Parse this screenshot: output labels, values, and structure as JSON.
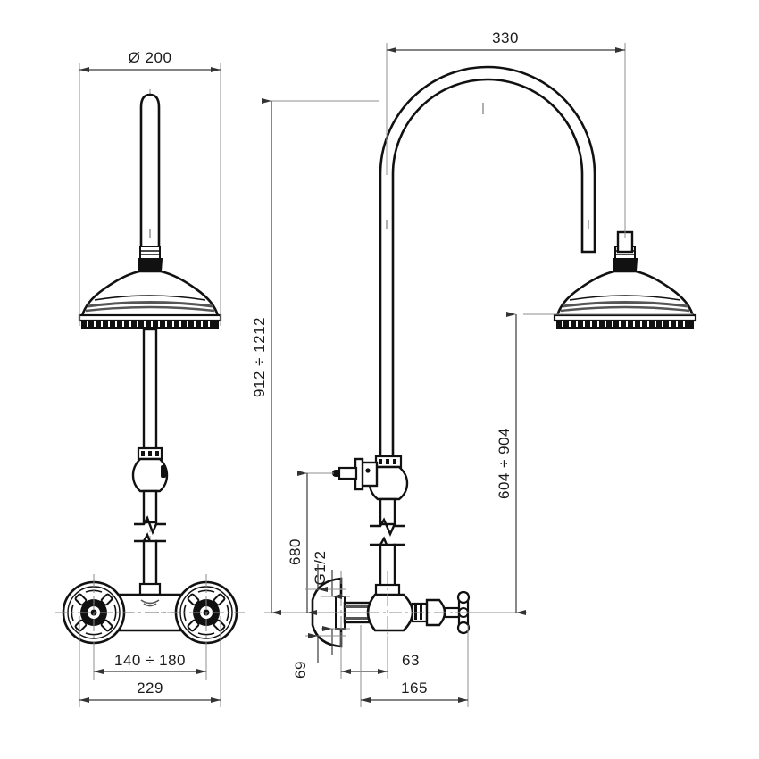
{
  "drawing": {
    "title": "Wall-mounted exposed shower column technical drawing",
    "units": "mm",
    "views": [
      {
        "name": "front-elevation",
        "label": ""
      },
      {
        "name": "side-elevation",
        "label": ""
      }
    ],
    "line_colors": {
      "outline": "#1a1a1a",
      "dimension": "#4d4d4d",
      "extension": "#808080",
      "centerline": "#707070",
      "fill_dark": "#111111",
      "fill_light": "#ffffff"
    }
  },
  "dimensions": {
    "head_diameter": {
      "value": "Ø  200",
      "name": "shower-head-diameter",
      "view": "front",
      "orientation": "horizontal"
    },
    "reach": {
      "value": "330",
      "name": "gooseneck-reach",
      "view": "side",
      "orientation": "horizontal"
    },
    "overall_height": {
      "value": "912 ÷ 1212",
      "name": "overall-height-range",
      "view": "side",
      "orientation": "vertical"
    },
    "head_height": {
      "value": "604 ÷ 904",
      "name": "head-height-range",
      "view": "side",
      "orientation": "vertical"
    },
    "riser_height": {
      "value": "680",
      "name": "riser-height",
      "view": "side",
      "orientation": "vertical"
    },
    "inlet_thread": {
      "value": "G1/2",
      "name": "inlet-thread-size",
      "view": "side",
      "orientation": "vertical"
    },
    "inlet_offset": {
      "value": "69",
      "name": "inlet-centre-offset",
      "view": "side",
      "orientation": "vertical"
    },
    "valve_depth": {
      "value": "63",
      "name": "valve-body-depth",
      "view": "side",
      "orientation": "horizontal"
    },
    "total_depth": {
      "value": "165",
      "name": "total-projection-depth",
      "view": "side",
      "orientation": "horizontal"
    },
    "inlet_centres": {
      "value": "140  ÷ 180",
      "name": "inlet-centres-range",
      "view": "front",
      "orientation": "horizontal"
    },
    "valve_width": {
      "value": "229",
      "name": "valve-overall-width",
      "view": "front",
      "orientation": "horizontal"
    }
  }
}
